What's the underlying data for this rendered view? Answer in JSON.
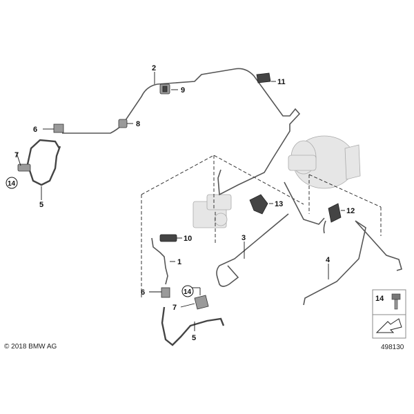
{
  "labels": {
    "l1": "1",
    "l2": "2",
    "l3": "3",
    "l4": "4",
    "l5a": "5",
    "l5b": "5",
    "l6a": "6",
    "l6b": "6",
    "l7a": "7",
    "l7b": "7",
    "l8": "8",
    "l9": "9",
    "l10": "10",
    "l11": "11",
    "l12": "12",
    "l13": "13",
    "l14a": "14",
    "l14b": "14"
  },
  "legend": {
    "number": "14"
  },
  "copyright": "© 2018 BMW AG",
  "image_number": "498130",
  "colors": {
    "line": "#111111",
    "pipe": "#555555",
    "part": "#9a9a9a",
    "ghost": "#e6e6e6"
  }
}
